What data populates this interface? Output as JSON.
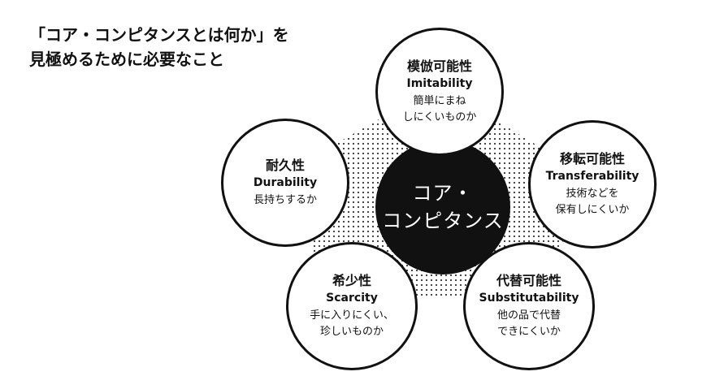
{
  "heading": {
    "line1": "「コア・コンピタンスとは何か」を",
    "line2": "見極めるために必要なこと"
  },
  "center": {
    "line1": "コア・",
    "line2": "コンピタンス"
  },
  "nodes": {
    "imitability": {
      "jp": "模倣可能性",
      "en": "Imitability",
      "desc1": "簡単にまね",
      "desc2": "しにくいものか"
    },
    "transferability": {
      "jp": "移転可能性",
      "en": "Transferability",
      "desc1": "技術などを",
      "desc2": "保有しにくいか"
    },
    "substitutability": {
      "jp": "代替可能性",
      "en": "Substitutability",
      "desc1": "他の品で代替",
      "desc2": "できにくいか"
    },
    "scarcity": {
      "jp": "希少性",
      "en": "Scarcity",
      "desc1": "手に入りにくい、",
      "desc2": "珍しいものか"
    },
    "durability": {
      "jp": "耐久性",
      "en": "Durability",
      "desc1": "長持ちするか",
      "desc2": ""
    }
  },
  "colors": {
    "ink": "#111111",
    "background": "#ffffff",
    "dots": "#333333"
  }
}
